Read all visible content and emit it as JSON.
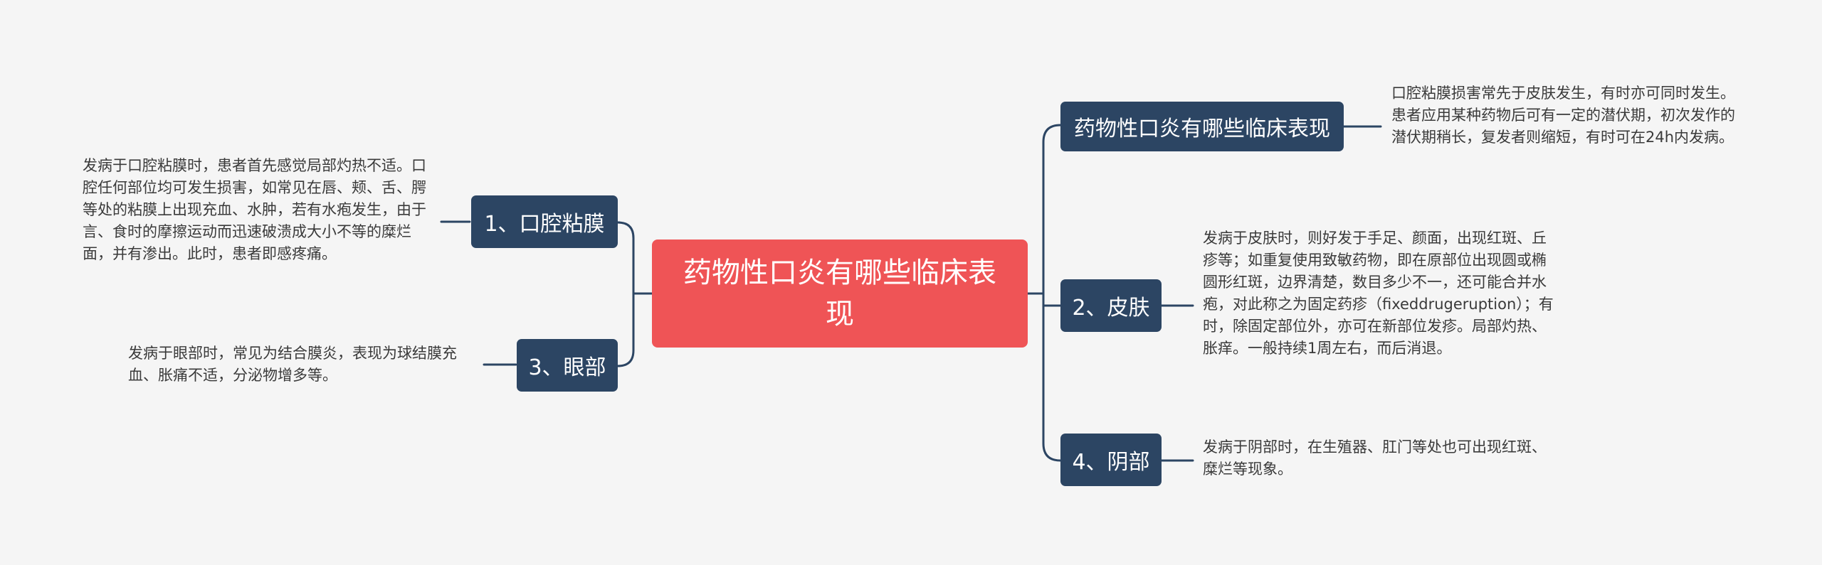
{
  "colors": {
    "background": "#f5f5f5",
    "root_fill": "#ef5456",
    "branch_fill": "#2c4563",
    "connector": "#2c4563",
    "text": "#3a3a3a"
  },
  "root": {
    "label": "药物性口炎有哪些临床表现"
  },
  "branches": [
    {
      "id": "clinical",
      "label": "药物性口炎有哪些临床表现",
      "description": "口腔粘膜损害常先于皮肤发生，有时亦可同时发生。患者应用某种药物后可有一定的潜伏期，初次发作的潜伏期稍长，复发者则缩短，有时可在24h内发病。"
    },
    {
      "id": "oral",
      "label": "1、口腔粘膜",
      "description": "发病于口腔粘膜时，患者首先感觉局部灼热不适。口腔任何部位均可发生损害，如常见在唇、颊、舌、腭等处的粘膜上出现充血、水肿，若有水疱发生，由于言、食时的摩擦运动而迅速破溃成大小不等的糜烂面，并有渗出。此时，患者即感疼痛。"
    },
    {
      "id": "skin",
      "label": "2、皮肤",
      "description": "发病于皮肤时，则好发于手足、颜面，出现红斑、丘疹等；如重复使用致敏药物，即在原部位出现圆或椭圆形红斑，边界清楚，数目多少不一，还可能合并水疱，对此称之为固定药疹（fixeddrugeruption）；有时，除固定部位外，亦可在新部位发疹。局部灼热、胀痒。一般持续1周左右，而后消退。"
    },
    {
      "id": "eye",
      "label": "3、眼部",
      "description": "发病于眼部时，常见为结合膜炎，表现为球结膜充血、胀痛不适，分泌物增多等。"
    },
    {
      "id": "genital",
      "label": "4、阴部",
      "description": "发病于阴部时，在生殖器、肛门等处也可出现红斑、糜烂等现象。"
    }
  ]
}
